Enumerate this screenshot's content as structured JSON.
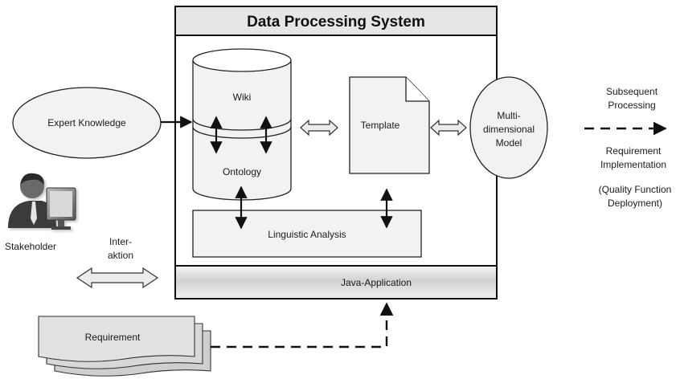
{
  "system": {
    "title": "Data Processing System"
  },
  "nodes": {
    "wiki": "Wiki",
    "ontology": "Ontology",
    "template": "Template",
    "model_line1": "Multi-",
    "model_line2": "dimensional",
    "model_line3": "Model",
    "linguistic_analysis": "Linguistic Analysis",
    "java_application": "Java-Application",
    "expert_knowledge": "Expert Knowledge",
    "stakeholder": "Stakeholder",
    "requirement": "Requirement"
  },
  "labels": {
    "interaktion_line1": "Inter-",
    "interaktion_line2": "aktion",
    "subsequent_line1": "Subsequent",
    "subsequent_line2": "Processing",
    "req_impl_line1": "Requirement",
    "req_impl_line2": "Implementation",
    "qfd_line1": "(Quality Function",
    "qfd_line2": "Deployment)"
  }
}
